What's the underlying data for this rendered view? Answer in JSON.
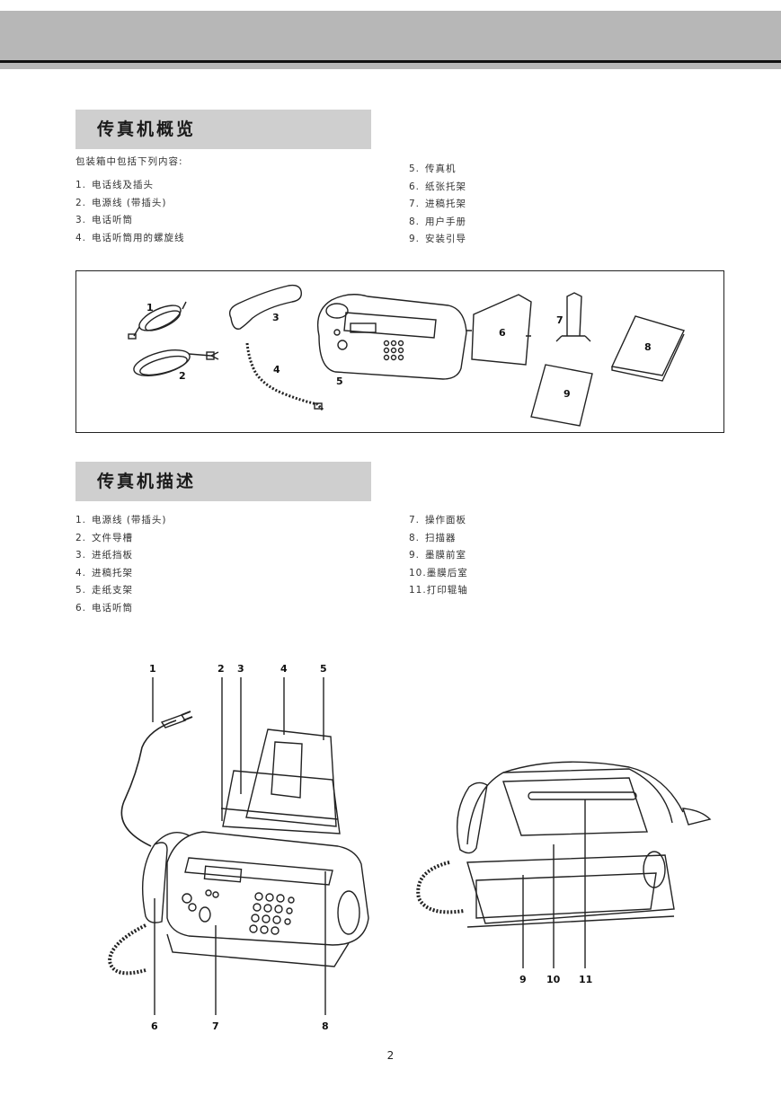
{
  "section1": {
    "title": "传真机概览",
    "intro": "包装箱中包括下列内容:",
    "items_left": [
      {
        "num": "1.",
        "text": "电话线及插头"
      },
      {
        "num": "2.",
        "text": "电源线 (带插头)"
      },
      {
        "num": "3.",
        "text": "电话听筒"
      },
      {
        "num": "4.",
        "text": "电话听筒用的螺旋线"
      }
    ],
    "items_right": [
      {
        "num": "5.",
        "text": "传真机"
      },
      {
        "num": "6.",
        "text": "纸张托架"
      },
      {
        "num": "7.",
        "text": "进稿托架"
      },
      {
        "num": "8.",
        "text": "用户手册"
      },
      {
        "num": "9.",
        "text": "安装引导"
      }
    ],
    "figure_labels": [
      "1",
      "2",
      "3",
      "4",
      "5",
      "6",
      "7",
      "8",
      "9"
    ]
  },
  "section2": {
    "title": "传真机描述",
    "items_left": [
      {
        "num": "1.",
        "text": "电源线 (带插头)"
      },
      {
        "num": "2.",
        "text": "文件导槽"
      },
      {
        "num": "3.",
        "text": "进纸挡板"
      },
      {
        "num": "4.",
        "text": "进稿托架"
      },
      {
        "num": "5.",
        "text": "走纸支架"
      },
      {
        "num": "6.",
        "text": "电话听筒"
      }
    ],
    "items_right": [
      {
        "num": "7.",
        "text": "操作面板"
      },
      {
        "num": "8.",
        "text": "扫描器"
      },
      {
        "num": "9.",
        "text": "墨膜前室"
      },
      {
        "num": "10.",
        "text": "墨膜后室"
      },
      {
        "num": "11.",
        "text": "打印辊轴"
      }
    ],
    "figure_left_labels": [
      "1",
      "2",
      "3",
      "4",
      "5",
      "6",
      "7",
      "8"
    ],
    "figure_right_labels": [
      "9",
      "10",
      "11"
    ]
  },
  "page_number": "2"
}
